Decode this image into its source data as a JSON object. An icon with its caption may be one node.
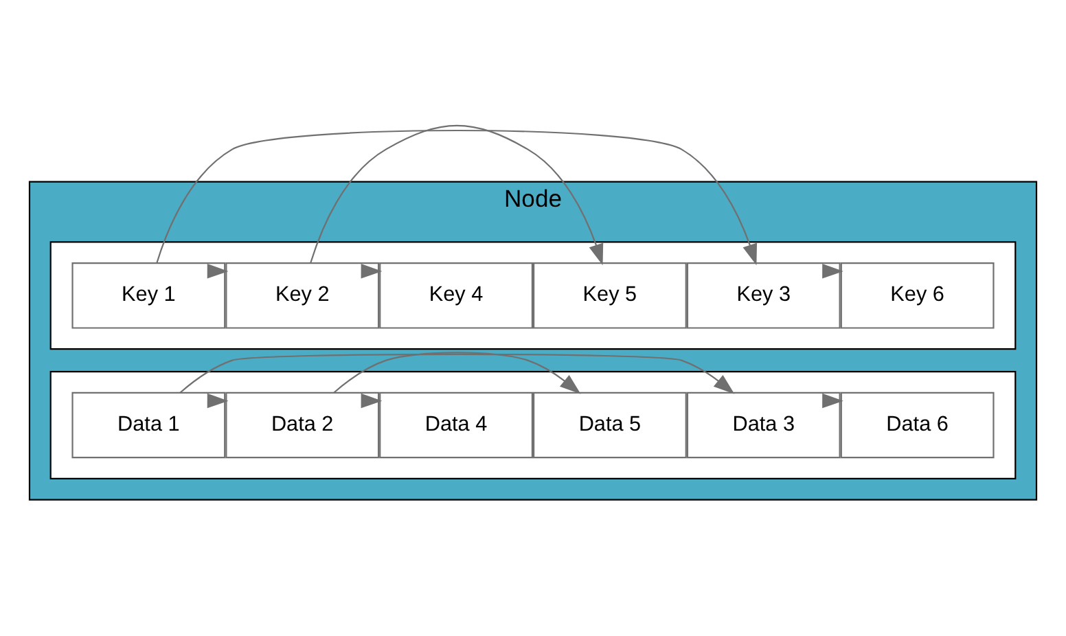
{
  "diagram": {
    "nodes": [
      {
        "text": [
          "Node"
        ]
      },
      {
        "text": [],
        "shape": "box",
        "in": 0
      },
      {
        "text": [
          "Key 1"
        ],
        "in": 1
      },
      {
        "text": [
          "Key 2"
        ],
        "in": 1
      },
      {
        "text": [
          "Key 4"
        ],
        "in": 1
      },
      {
        "text": [
          "Key 5"
        ],
        "in": 1
      },
      {
        "text": [
          "Key 3"
        ],
        "in": 1
      },
      {
        "text": [
          "Key 6"
        ],
        "in": 1
      },
      {
        "text": [],
        "shape": "box",
        "in": 0
      },
      {
        "text": [
          "Data 1"
        ],
        "in": 8
      },
      {
        "text": [
          "Data 2"
        ],
        "in": 8
      },
      {
        "text": [
          "Data 4"
        ],
        "in": 8
      },
      {
        "text": [
          "Data 5"
        ],
        "in": 8
      },
      {
        "text": [
          "Data 3"
        ],
        "in": 8
      },
      {
        "text": [
          "Data 6"
        ],
        "in": 8
      }
    ],
    "edges": [
      {
        "from": 2,
        "to": 3,
        "arrow": "to"
      },
      {
        "from": 2,
        "to": 6,
        "arrow": "to"
      },
      {
        "from": 3,
        "to": 4,
        "arrow": "to"
      },
      {
        "from": 3,
        "to": 5,
        "arrow": "to"
      },
      {
        "from": 6,
        "to": 7,
        "arrow": "to"
      },
      {
        "from": 9,
        "to": 10,
        "arrow": "to"
      },
      {
        "from": 9,
        "to": 13,
        "arrow": "to"
      },
      {
        "from": 10,
        "to": 11,
        "arrow": "to"
      },
      {
        "from": 10,
        "to": 12,
        "arrow": "to"
      },
      {
        "from": 13,
        "to": 14,
        "arrow": "to"
      }
    ]
  }
}
